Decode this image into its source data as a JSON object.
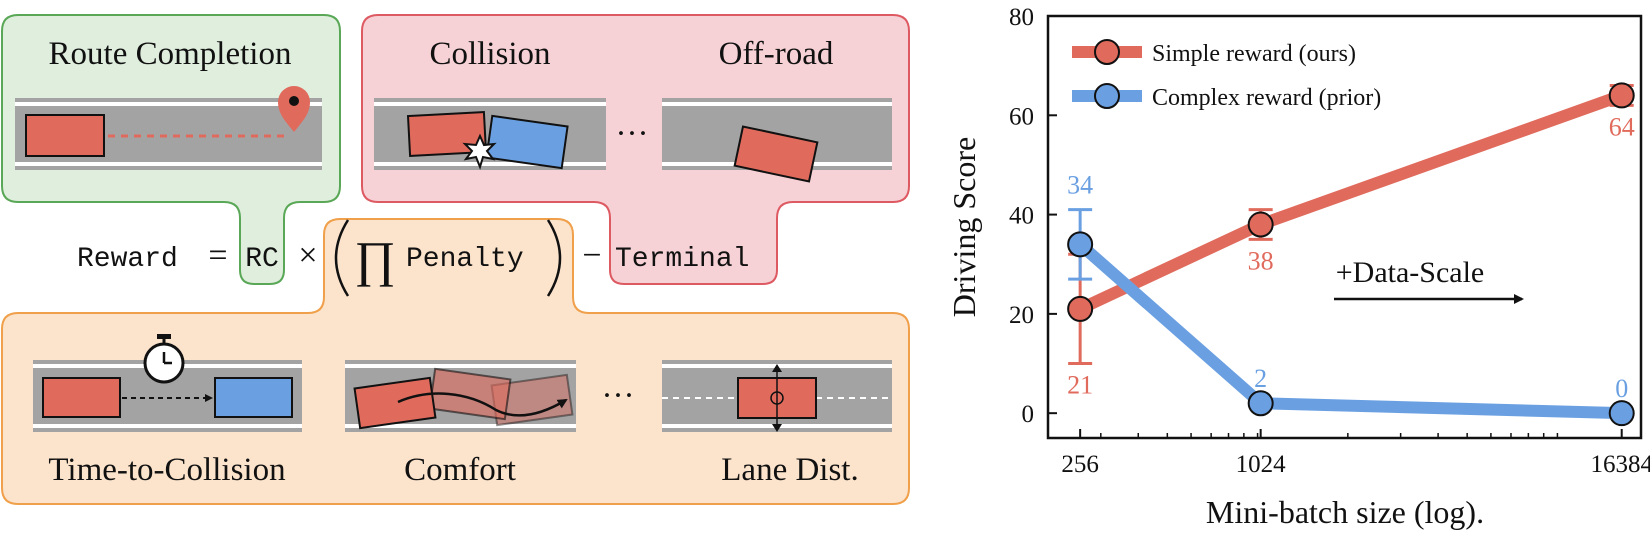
{
  "diagram": {
    "route_completion": "Route Completion",
    "collision": "Collision",
    "off_road": "Off-road",
    "ellipsis": "···",
    "equation": {
      "reward": "Reward",
      "equals": "=",
      "rc": "RC",
      "times": "×",
      "prod": "∏",
      "penalty": "Penalty",
      "minus": "−",
      "terminal": "Terminal"
    },
    "time_to_collision": "Time-to-Collision",
    "comfort": "Comfort",
    "lane_dist": "Lane Dist."
  },
  "colors": {
    "green_box": "#dfeedd",
    "green_border": "#5aa857",
    "red_box": "#f6d2d6",
    "red_border": "#de5a63",
    "orange_box": "#fbe3cc",
    "orange_border": "#f0a04a",
    "road": "#a3a3a3",
    "car_red": "#e06b5d",
    "car_blue": "#6aa0e2",
    "series_red": "#e06b5d",
    "series_blue": "#6aa0e2"
  },
  "chart_data": {
    "type": "line",
    "xlabel": "Mini-batch size (log).",
    "ylabel": "Driving Score",
    "xscale": "log",
    "xlim": [
      200,
      19000
    ],
    "ylim": [
      -5,
      80
    ],
    "x_ticks": [
      256,
      1024,
      16384
    ],
    "y_ticks": [
      0,
      20,
      40,
      60,
      80
    ],
    "legend_position": "top-left",
    "annotation": "+Data-Scale",
    "series": [
      {
        "name": "Simple reward (ours)",
        "color": "#e06b5d",
        "x": [
          256,
          1024,
          16384
        ],
        "y": [
          21,
          38,
          64
        ],
        "error": [
          11,
          3,
          2
        ],
        "labels": [
          "21",
          "38",
          "64"
        ]
      },
      {
        "name": "Complex reward (prior)",
        "color": "#6aa0e2",
        "x": [
          256,
          1024,
          16384
        ],
        "y": [
          34,
          2,
          0
        ],
        "error": [
          7,
          0,
          0
        ],
        "labels": [
          "34",
          "2",
          "0"
        ]
      }
    ]
  }
}
